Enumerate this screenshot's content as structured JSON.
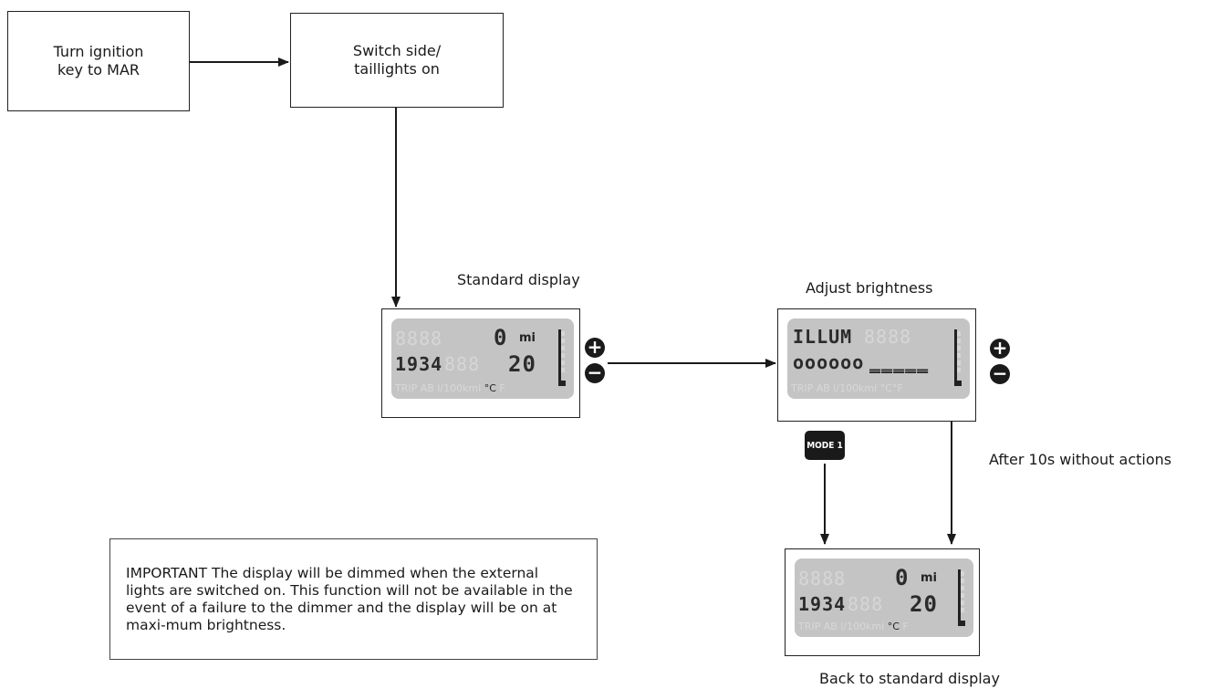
{
  "steps": {
    "ignition": "Turn ignition\nkey to MAR",
    "lights": "Switch side/\ntaillights on"
  },
  "labels": {
    "standard_display": "Standard display",
    "adjust_brightness": "Adjust brightness",
    "after_timeout": "After 10s without actions",
    "back_to_standard": "Back to standard display"
  },
  "displays": {
    "standard": {
      "top_value": "0",
      "unit": "mi",
      "bottom_left_value": "1934",
      "bottom_right_value": "20",
      "temp_unit": "°C",
      "legend": "TRIP AB l/100kmi",
      "legend_tail": "F"
    },
    "brightness": {
      "top_text": "ILLUM",
      "bottom_text": "oooooo",
      "legend": "TRIP AB l/100kmi",
      "legend_tail": "°C°F"
    }
  },
  "buttons": {
    "plus": "+",
    "minus": "−",
    "mode": "MODE 1"
  },
  "note": {
    "text": "IMPORTANT The display will be dimmed when the external lights are switched on. This function will not be available in the event of a failure to the dimmer and the display will be on at maxi-mum brightness."
  }
}
